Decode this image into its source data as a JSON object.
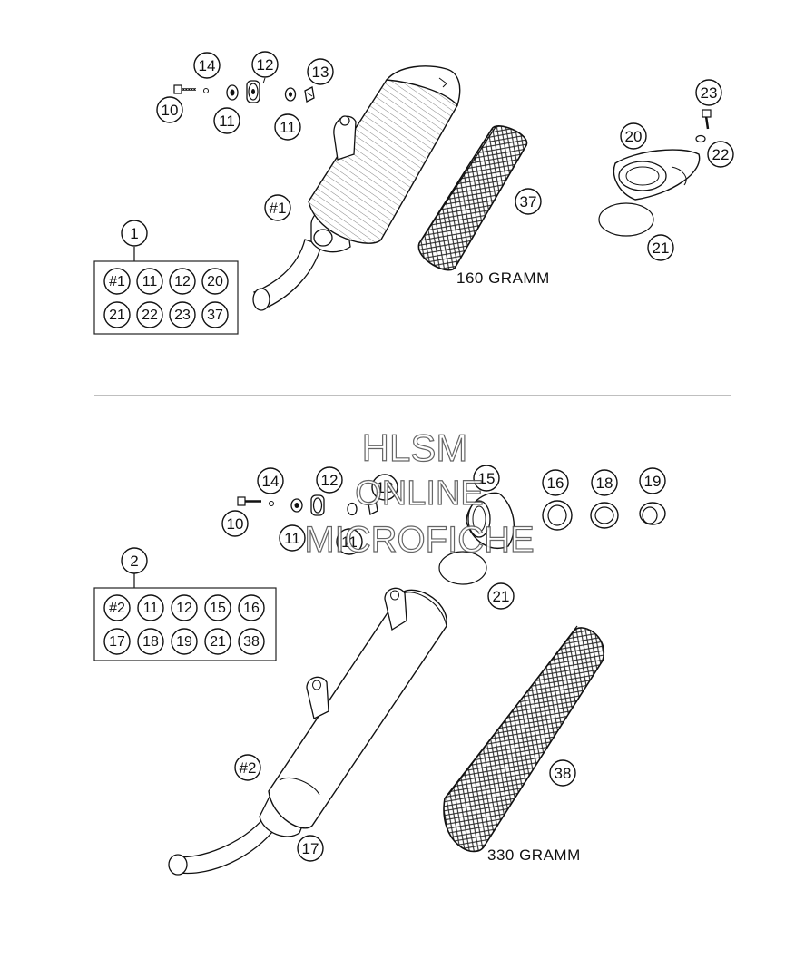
{
  "top_assembly": {
    "kit_number": "1",
    "kit_items": [
      "#1",
      "11",
      "12",
      "20",
      "21",
      "22",
      "23",
      "37"
    ],
    "callouts": {
      "c14": "14",
      "c12": "12",
      "c13": "13",
      "c10": "10",
      "c11a": "11",
      "c11b": "11",
      "c23": "23",
      "c20": "20",
      "c22": "22",
      "c1": "#1",
      "c37": "37",
      "c21": "21"
    },
    "weight_label": "160 GRAMM"
  },
  "bottom_assembly": {
    "kit_number": "2",
    "kit_items": [
      "#2",
      "11",
      "12",
      "15",
      "16",
      "17",
      "18",
      "19",
      "21",
      "38"
    ],
    "callouts": {
      "c14": "14",
      "c12": "12",
      "c13": "13",
      "c15": "15",
      "c16": "16",
      "c18": "18",
      "c19": "19",
      "c10": "10",
      "c11a": "11",
      "c11b": "11",
      "c21": "21",
      "c2": "#2",
      "c38": "38",
      "c17": "17"
    },
    "weight_label": "330 GRAMM"
  },
  "watermark": {
    "line1": "HLSM",
    "line2": "ONLINE",
    "line3": "MICROFICHE"
  }
}
